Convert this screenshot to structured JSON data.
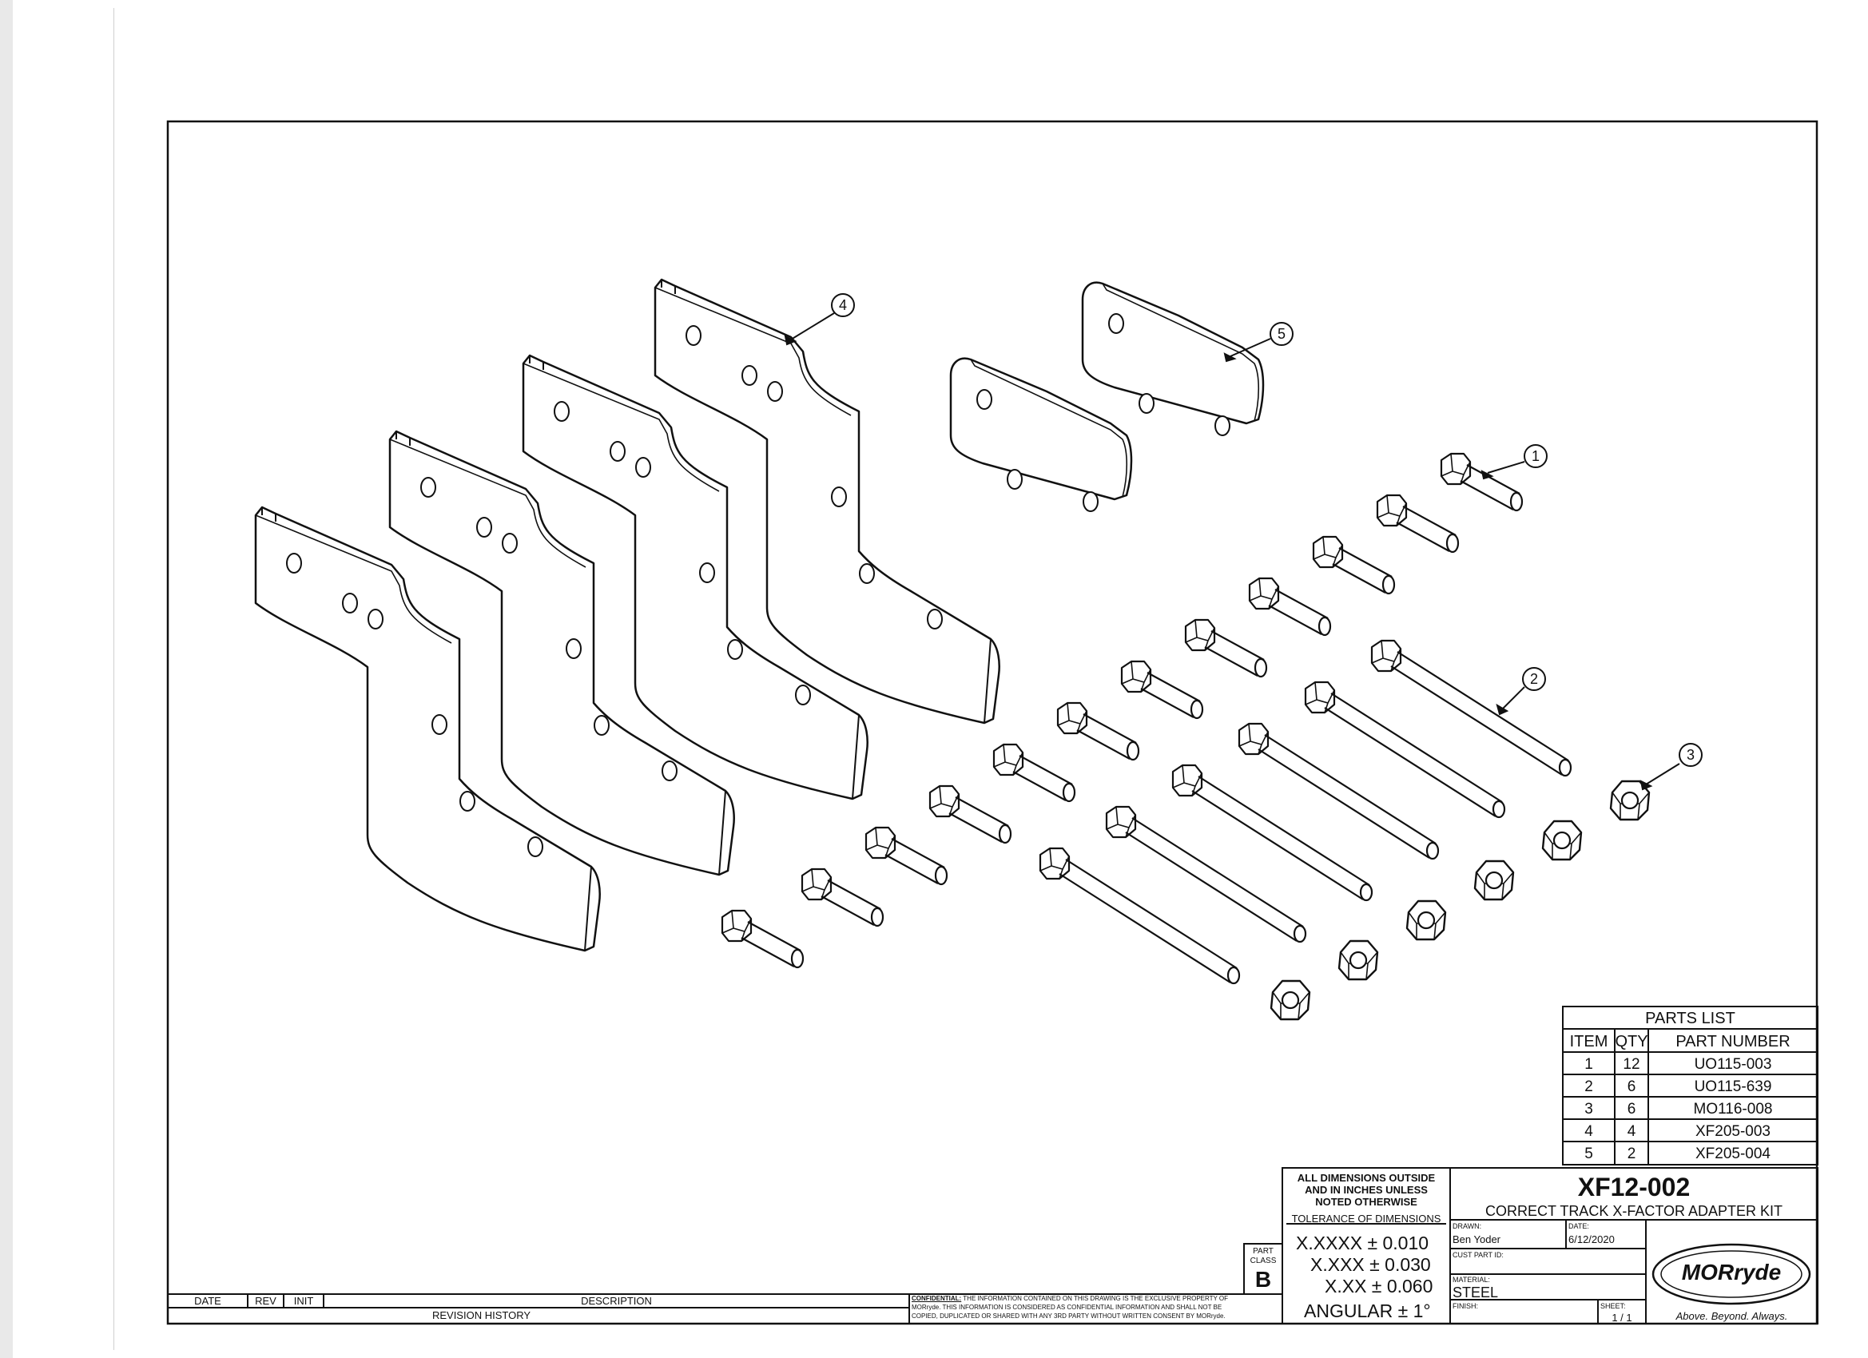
{
  "balloons": [
    "1",
    "2",
    "3",
    "4",
    "5"
  ],
  "parts_list": {
    "title": "PARTS LIST",
    "headers": [
      "ITEM",
      "QTY",
      "PART NUMBER"
    ],
    "rows": [
      {
        "item": "1",
        "qty": "12",
        "part_number": "UO115-003"
      },
      {
        "item": "2",
        "qty": "6",
        "part_number": "UO115-639"
      },
      {
        "item": "3",
        "qty": "6",
        "part_number": "MO116-008"
      },
      {
        "item": "4",
        "qty": "4",
        "part_number": "XF205-003"
      },
      {
        "item": "5",
        "qty": "2",
        "part_number": "XF205-004"
      }
    ]
  },
  "title_block": {
    "dims_note_1": "ALL DIMENSIONS OUTSIDE",
    "dims_note_2": "AND IN INCHES UNLESS",
    "dims_note_3": "NOTED OTHERWISE",
    "tolerance_heading": "TOLERANCE OF DIMENSIONS",
    "tol_4": "X.XXXX ± 0.010",
    "tol_3": "X.XXX ± 0.030",
    "tol_2": "X.XX ± 0.060",
    "tol_ang": "ANGULAR ± 1°",
    "part_class_label_1": "PART",
    "part_class_label_2": "CLASS",
    "part_class": "B",
    "drawing_number": "XF12-002",
    "drawing_title": "CORRECT TRACK X-FACTOR ADAPTER KIT",
    "drawn_label": "DRAWN:",
    "drawn_by": "Ben Yoder",
    "date_label": "DATE:",
    "date": "6/12/2020",
    "cust_part_label": "CUST PART ID:",
    "material_label": "MATERIAL:",
    "material": "STEEL",
    "finish_label": "FINISH:",
    "sheet_label": "SHEET:",
    "sheet": "1  /  1",
    "logo_text": "MORryde",
    "tagline": "Above. Beyond. Always."
  },
  "revision": {
    "date_header": "DATE",
    "rev_header": "REV",
    "init_header": "INIT",
    "description_header": "DESCRIPTION",
    "history_label": "REVISION HISTORY"
  },
  "confidential": {
    "label": "CONFIDENTIAL:",
    "line1": "THE INFORMATION CONTAINED ON THIS DRAWING IS THE EXCLUSIVE PROPERTY OF",
    "line2": "MORryde. THIS INFORMATION IS CONSIDERED AS CONFIDENTIAL INFORMATION AND SHALL NOT BE",
    "line3": "COPIED, DUPLICATED OR SHARED WITH ANY 3RD PARTY WITHOUT WRITTEN CONSENT BY MORryde."
  }
}
